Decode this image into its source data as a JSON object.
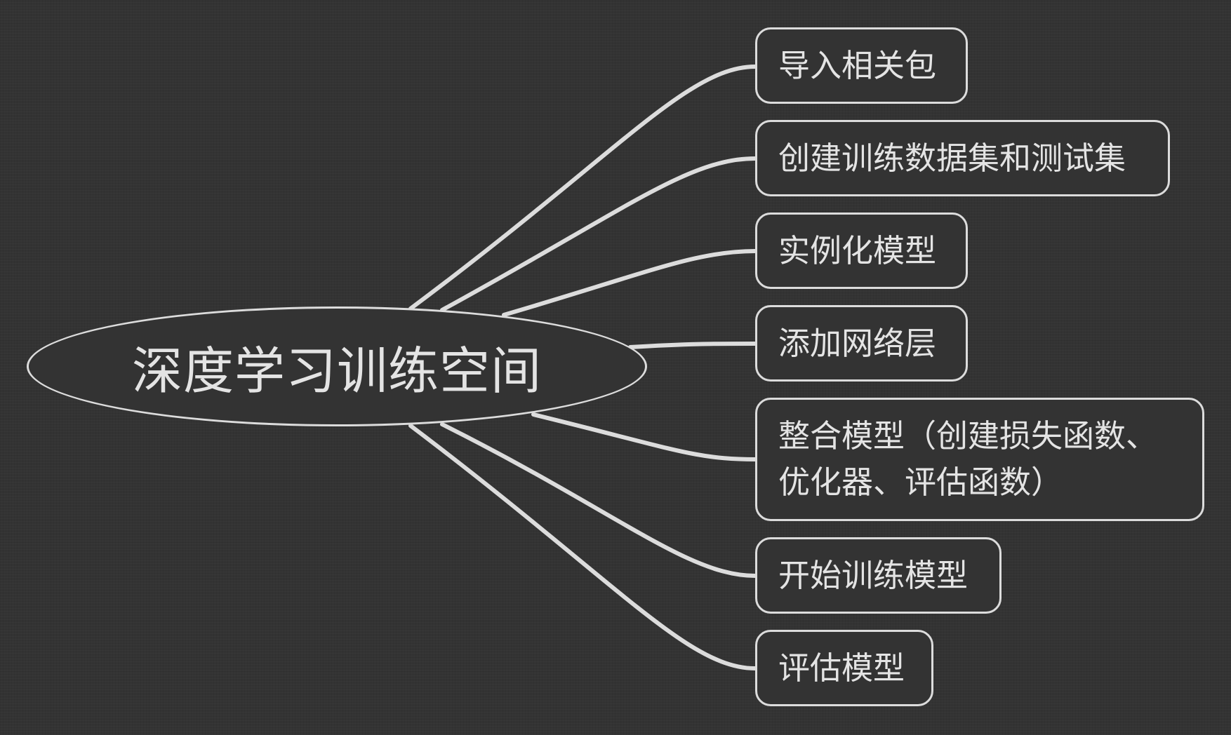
{
  "root": {
    "label": "深度学习训练空间"
  },
  "branches": [
    {
      "label": "导入相关包"
    },
    {
      "label": "创建训练数据集和测试集"
    },
    {
      "label": "实例化模型"
    },
    {
      "label": "添加网络层"
    },
    {
      "label_line1": "整合模型（创建损失函数、",
      "label_line2": "优化器、评估函数）"
    },
    {
      "label": "开始训练模型"
    },
    {
      "label": "评估模型"
    }
  ],
  "colors": {
    "background": "#333333",
    "stroke": "#dcdcdc",
    "text": "#e4e4e4"
  }
}
